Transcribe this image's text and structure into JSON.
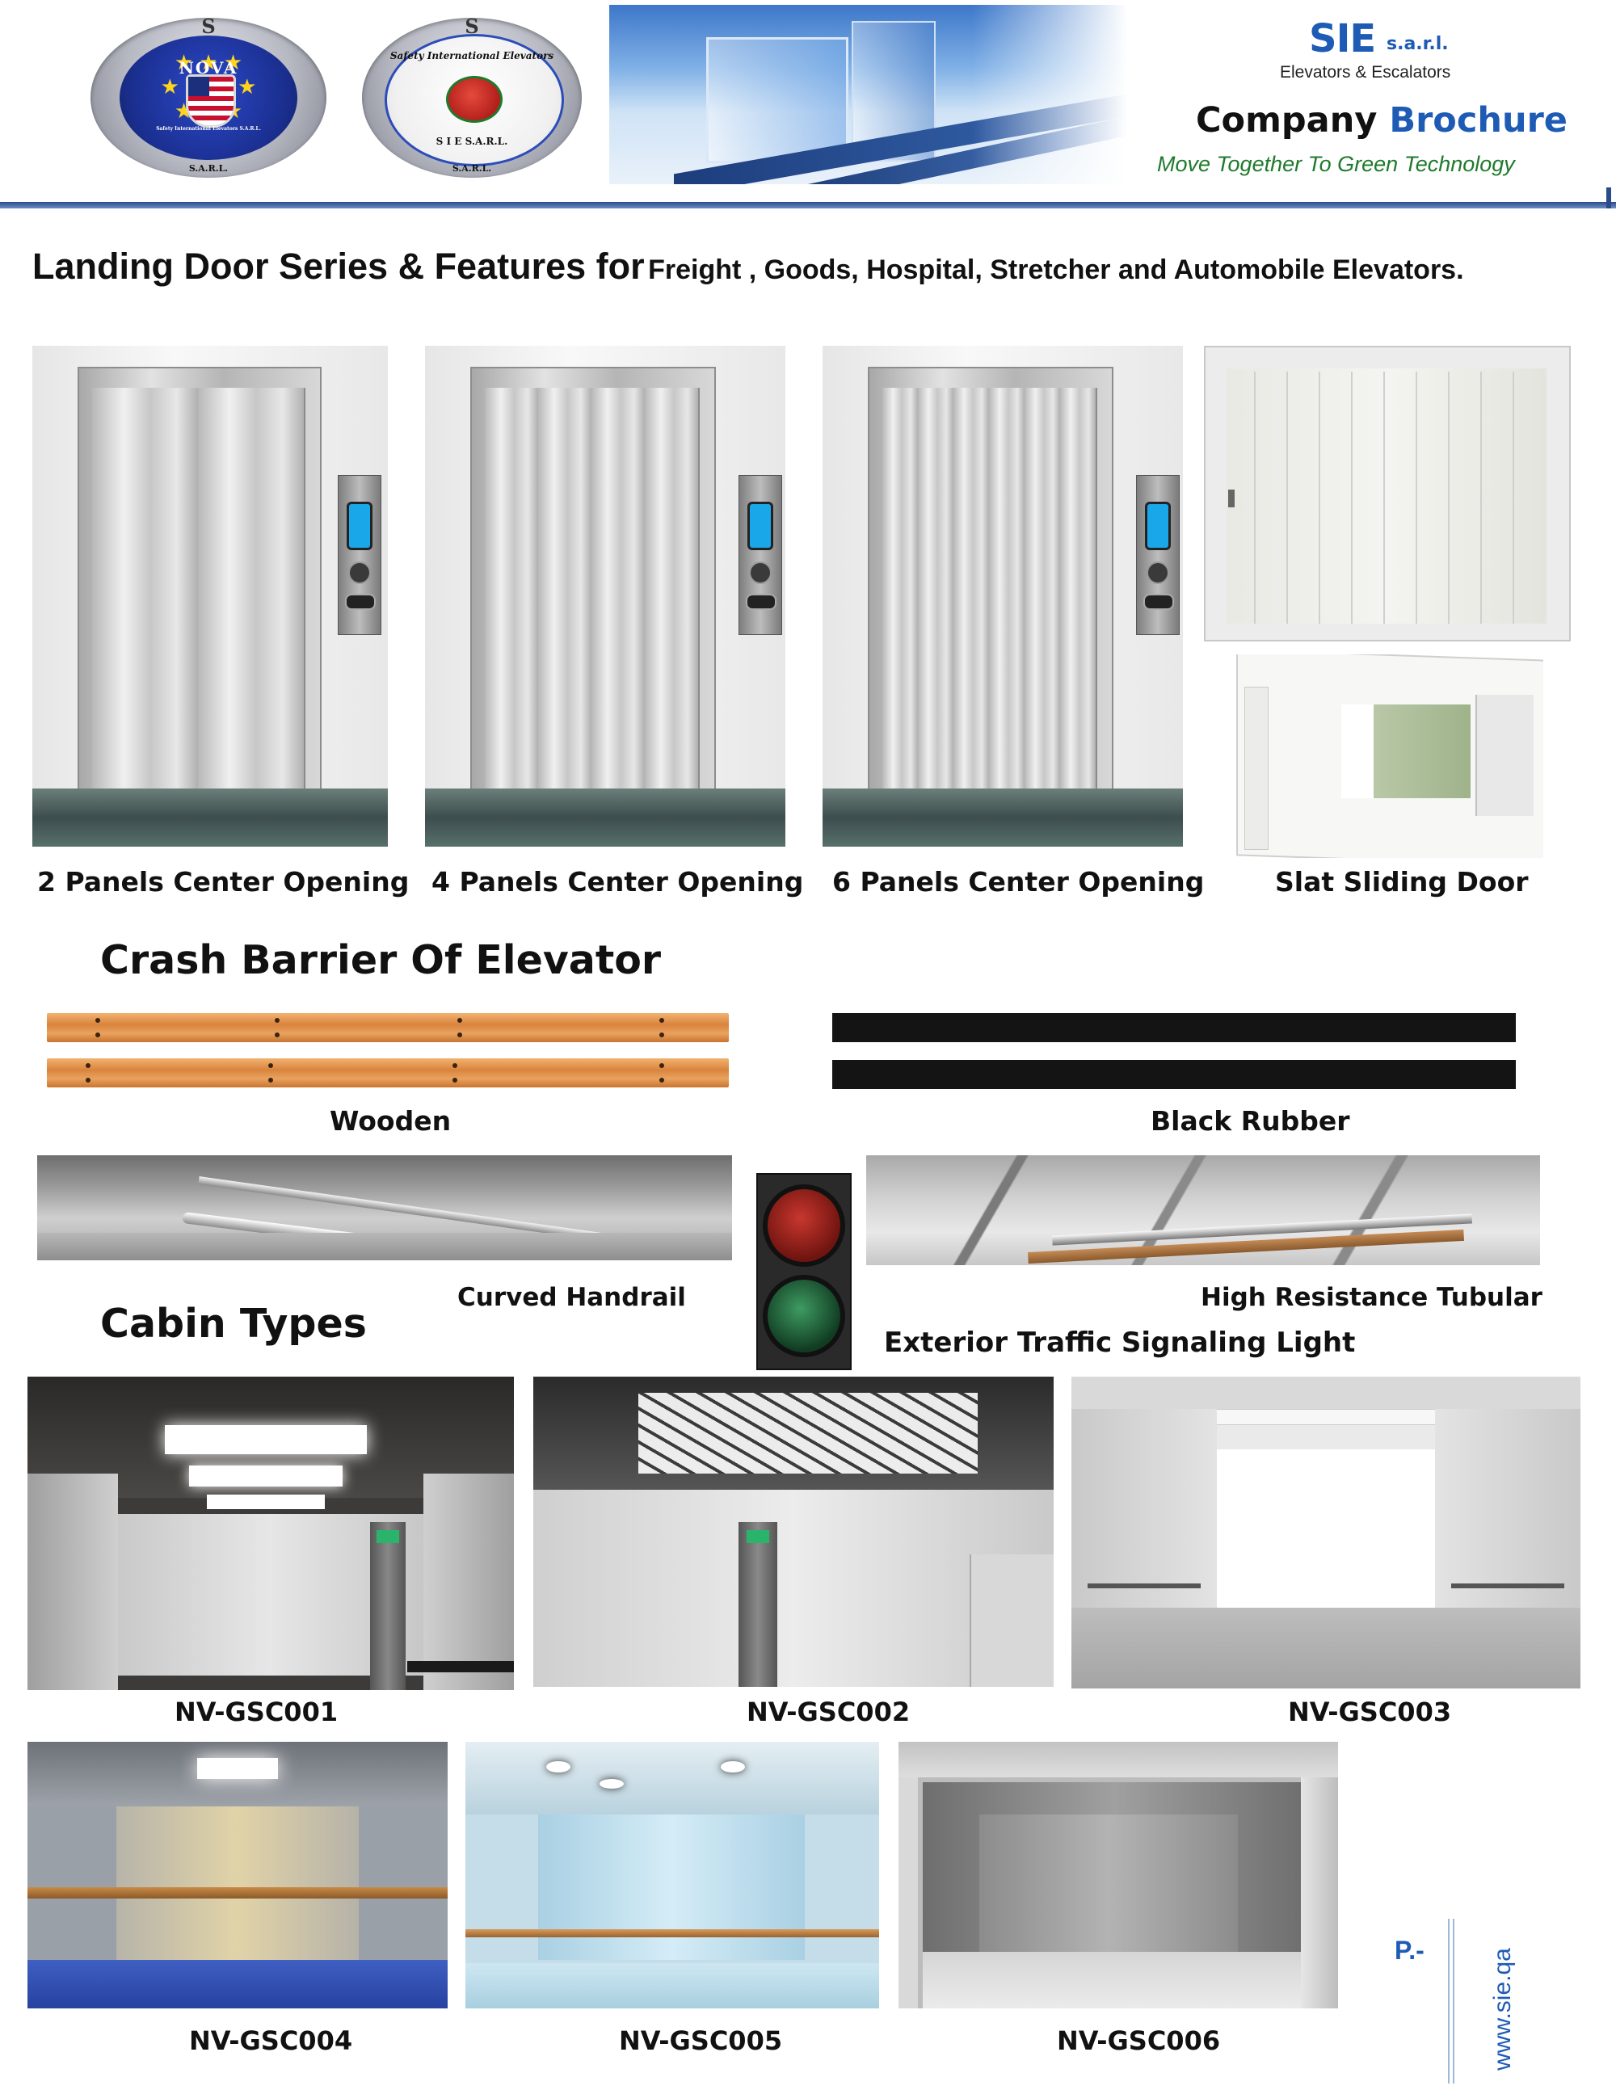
{
  "header": {
    "logo1": {
      "top_letter": "S",
      "name": "NOVA",
      "line": "Safety International Elevators S.A.R.L.",
      "bottom": "S.A.R.L."
    },
    "logo2": {
      "top_letter": "S",
      "ring_text": "Safety International Elevators",
      "center": "S I E S.A.R.L.",
      "bottom": "S.A.R.L."
    },
    "company": {
      "name": "SIE",
      "suffix": "s.a.r.l.",
      "subtitle": "Elevators & Escalators"
    },
    "brochure_word1": "Company",
    "brochure_word2": "Brochure",
    "tagline": "Move Together To Green Technology"
  },
  "headline": {
    "main": "Landing Door Series & Features for",
    "rest": "Freight , Goods,  Hospital, Stretcher and Automobile Elevators."
  },
  "landing_doors": [
    {
      "label": "2 Panels Center Opening",
      "panels": 2
    },
    {
      "label": "4 Panels Center Opening",
      "panels": 4
    },
    {
      "label": "6 Panels Center Opening",
      "panels": 6
    },
    {
      "label": "Slat Sliding Door"
    }
  ],
  "crash_barrier": {
    "title": "Crash Barrier Of Elevator",
    "wooden": "Wooden",
    "black_rubber": "Black Rubber",
    "curved_handrail": "Curved Handrail",
    "high_resistance": "High Resistance Tubular",
    "traffic_light": "Exterior Traffic Signaling Light"
  },
  "cabins": {
    "title": "Cabin Types",
    "items": [
      "NV-GSC001",
      "NV-GSC002",
      "NV-GSC003",
      "NV-GSC004",
      "NV-GSC005",
      "NV-GSC006"
    ]
  },
  "footer": {
    "page": "P.-",
    "website": "www.sie.qa"
  },
  "colors": {
    "brand_blue": "#1e5bb5",
    "tagline_green": "#1f7a2c",
    "rule_blue": "#2a4c8a"
  }
}
